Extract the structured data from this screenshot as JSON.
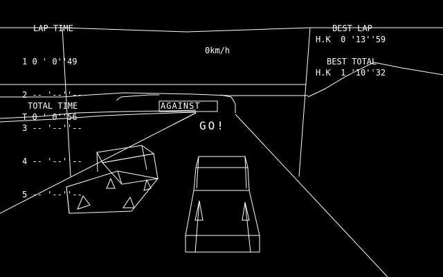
{
  "hud": {
    "lap_time_title": "LAP TIME",
    "laps": [
      {
        "number": "1",
        "time": "0 ' 0''49"
      },
      {
        "number": "2",
        "time": "-- '--''--"
      },
      {
        "number": "3",
        "time": "-- '--''--"
      },
      {
        "number": "4",
        "time": "-- '--''--"
      },
      {
        "number": "5",
        "time": "-- '--''--"
      }
    ],
    "total_time_title": "TOTAL TIME",
    "total_time_value": "T 0 ' 0''56",
    "speed": "0km/h",
    "best_lap_title": "BEST LAP",
    "best_lap_value": "H.K  0 '13''59",
    "best_total_title": "BEST TOTAL",
    "best_total_value": "H.K  1 '10''32"
  },
  "track": {
    "sign_text": "AGAINST",
    "start_message": "GO!"
  },
  "colors": {
    "background": "#000000",
    "wireframe": "#ffffff"
  }
}
